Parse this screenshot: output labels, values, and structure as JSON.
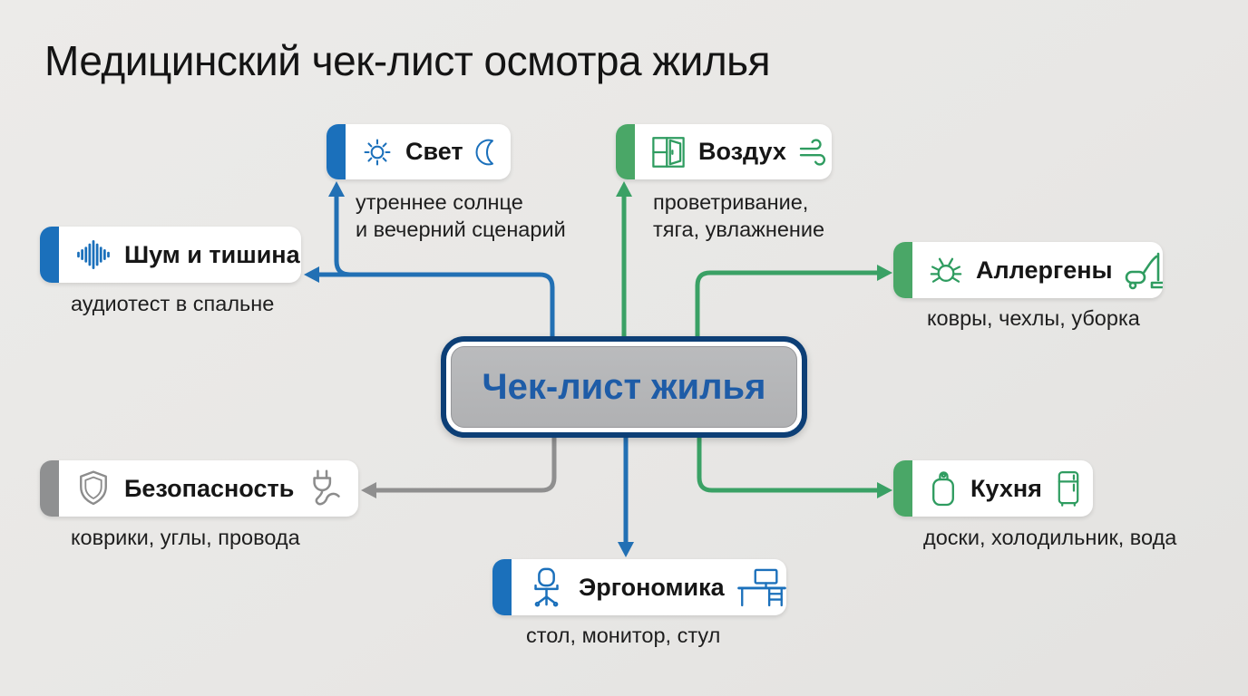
{
  "title": "Медицинский чек-лист осмотра жилья",
  "center": {
    "label": "Чек-лист жилья"
  },
  "nodes": {
    "light": {
      "label": "Свет",
      "note_lines": [
        "утреннее солнце",
        "и вечерний сценарий"
      ],
      "icons": [
        "sun-icon",
        "moon-icon"
      ],
      "accent": "#1b70bb"
    },
    "air": {
      "label": "Воздух",
      "note_lines": [
        "проветривание,",
        "тяга, увлажнение"
      ],
      "icons": [
        "window-icon",
        "wind-icon"
      ],
      "accent": "#4aa767"
    },
    "noise": {
      "label": "Шум и тишина",
      "note_lines": [
        "аудиотест в спальне"
      ],
      "icons": [
        "waveform-icon"
      ],
      "accent": "#1b70bb"
    },
    "allergens": {
      "label": "Аллергены",
      "note_lines": [
        "ковры, чехлы, уборка"
      ],
      "icons": [
        "mite-icon",
        "vacuum-icon"
      ],
      "accent": "#4aa767"
    },
    "safety": {
      "label": "Безопасность",
      "note_lines": [
        "коврики, углы, провода"
      ],
      "icons": [
        "shield-icon",
        "plug-icon"
      ],
      "accent": "#8f9091"
    },
    "kitchen": {
      "label": "Кухня",
      "note_lines": [
        "доски, холодильник, вода"
      ],
      "icons": [
        "cutting-board-icon",
        "fridge-icon"
      ],
      "accent": "#4aa767"
    },
    "ergonomics": {
      "label": "Эргономика",
      "note_lines": [
        "стол, монитор, стул"
      ],
      "icons": [
        "office-chair-icon",
        "desk-monitor-icon"
      ],
      "accent": "#1b70bb"
    }
  },
  "colors": {
    "background": "#e8e7e5",
    "blue_accent": "#1b70bb",
    "blue_arrow": "#2270b4",
    "green_accent": "#4aa767",
    "green_arrow": "#3aa165",
    "gray_accent": "#8f9091",
    "gray_arrow": "#8f8f8f",
    "center_border": "#0d3f76",
    "center_fill": "#b4b5b7",
    "center_text": "#1e5ca7",
    "text": "#161616"
  }
}
